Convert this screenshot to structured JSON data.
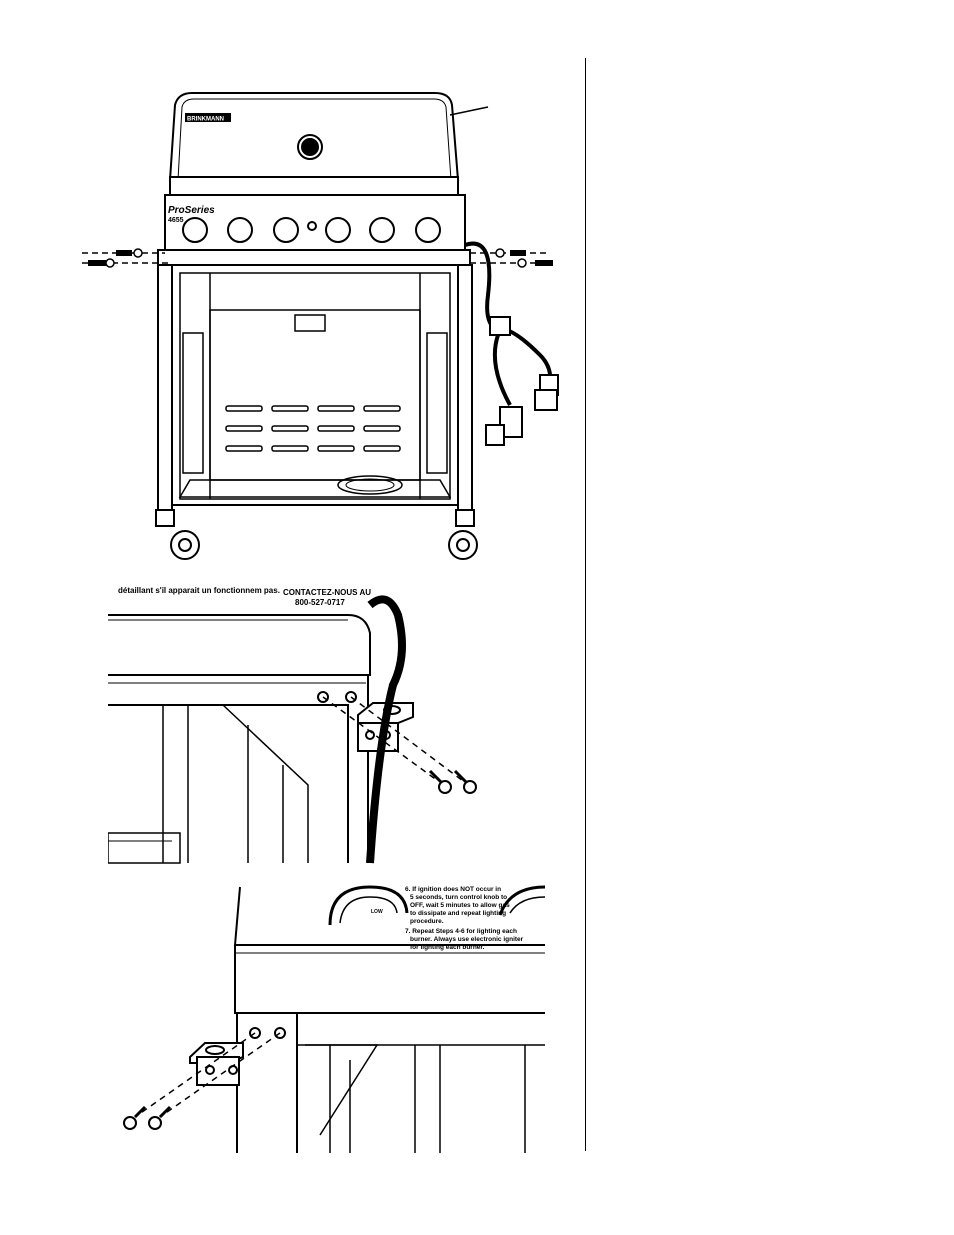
{
  "grill": {
    "brand": "BRINKMANN",
    "model_word": "ProSeries",
    "model_number": "4655"
  },
  "detail_right": {
    "contact_line": "CONTACTEZ-NOUS AU",
    "phone": "800-527-0717",
    "partial_line": "détaillant s'il apparait un fonctionnem pas."
  },
  "detail_left": {
    "instructions": [
      "6. If ignition does NOT occur in",
      "5 seconds, turn control knob to",
      "OFF, wait 5 minutes to allow gas",
      "to dissipate and repeat lighting",
      "procedure.",
      "7. Repeat Steps 4-6 for lighting each",
      "burner. Always use electronic igniter",
      "for lighting each burner."
    ],
    "knob_label": "LOW"
  }
}
